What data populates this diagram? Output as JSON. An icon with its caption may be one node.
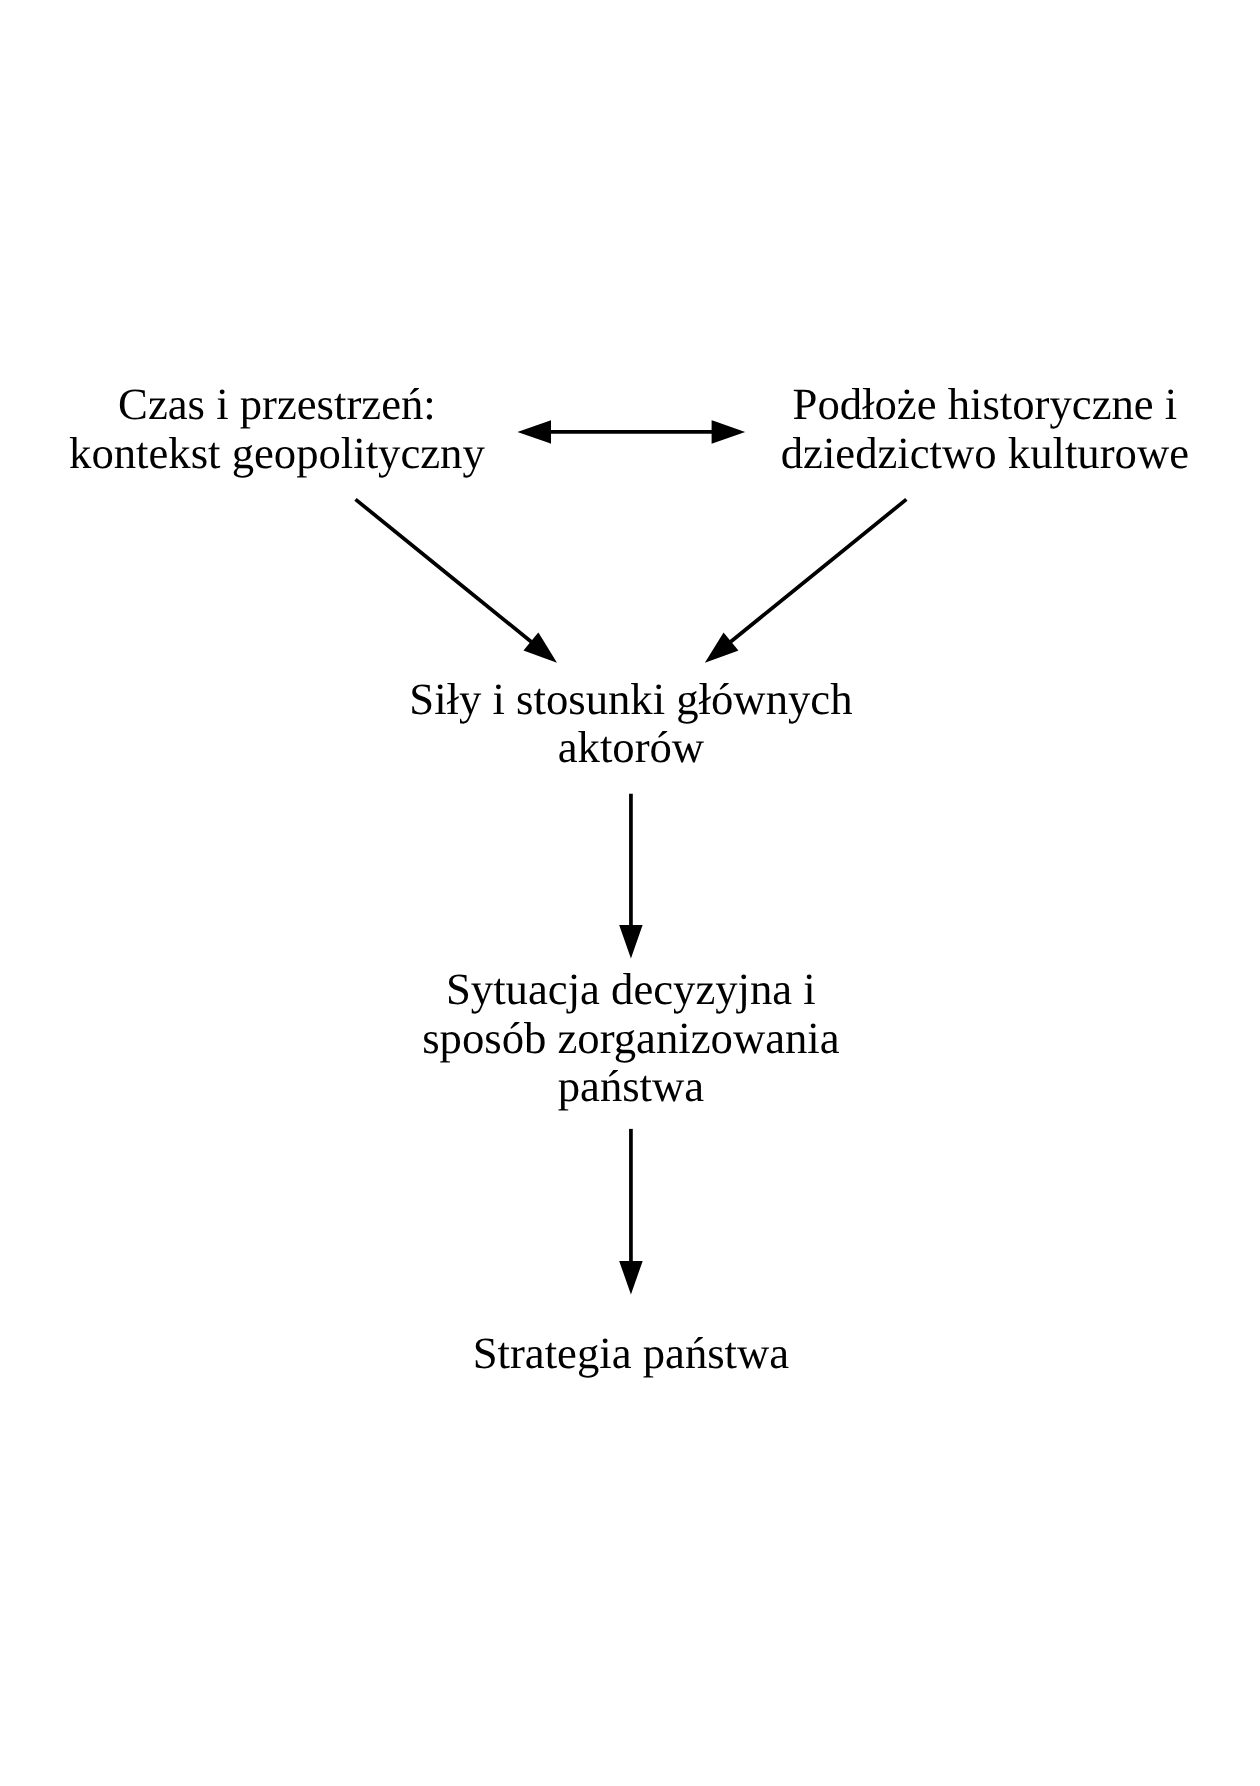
{
  "diagram": {
    "nodes": [
      {
        "text": [
          "Czas i przestrzeń: kontekst geopolityczny"
        ]
      },
      {
        "text": [
          "Podłoże historyczne i dziedzictwo kulturowe"
        ]
      },
      {
        "text": [
          "Siły i stosunki głównych aktorów"
        ]
      },
      {
        "text": [
          "Sytuacja decyzyjna i sposób zorganizowania państwa"
        ]
      },
      {
        "text": [
          "Strategia państwa"
        ]
      }
    ],
    "edges": [
      {
        "from": 0,
        "to": 1,
        "arrow": "both"
      },
      {
        "from": 0,
        "to": 2,
        "arrow": "to"
      },
      {
        "from": 1,
        "to": 2,
        "arrow": "to"
      },
      {
        "from": 2,
        "to": 3,
        "arrow": "to"
      },
      {
        "from": 3,
        "to": 4,
        "arrow": "to"
      }
    ]
  }
}
